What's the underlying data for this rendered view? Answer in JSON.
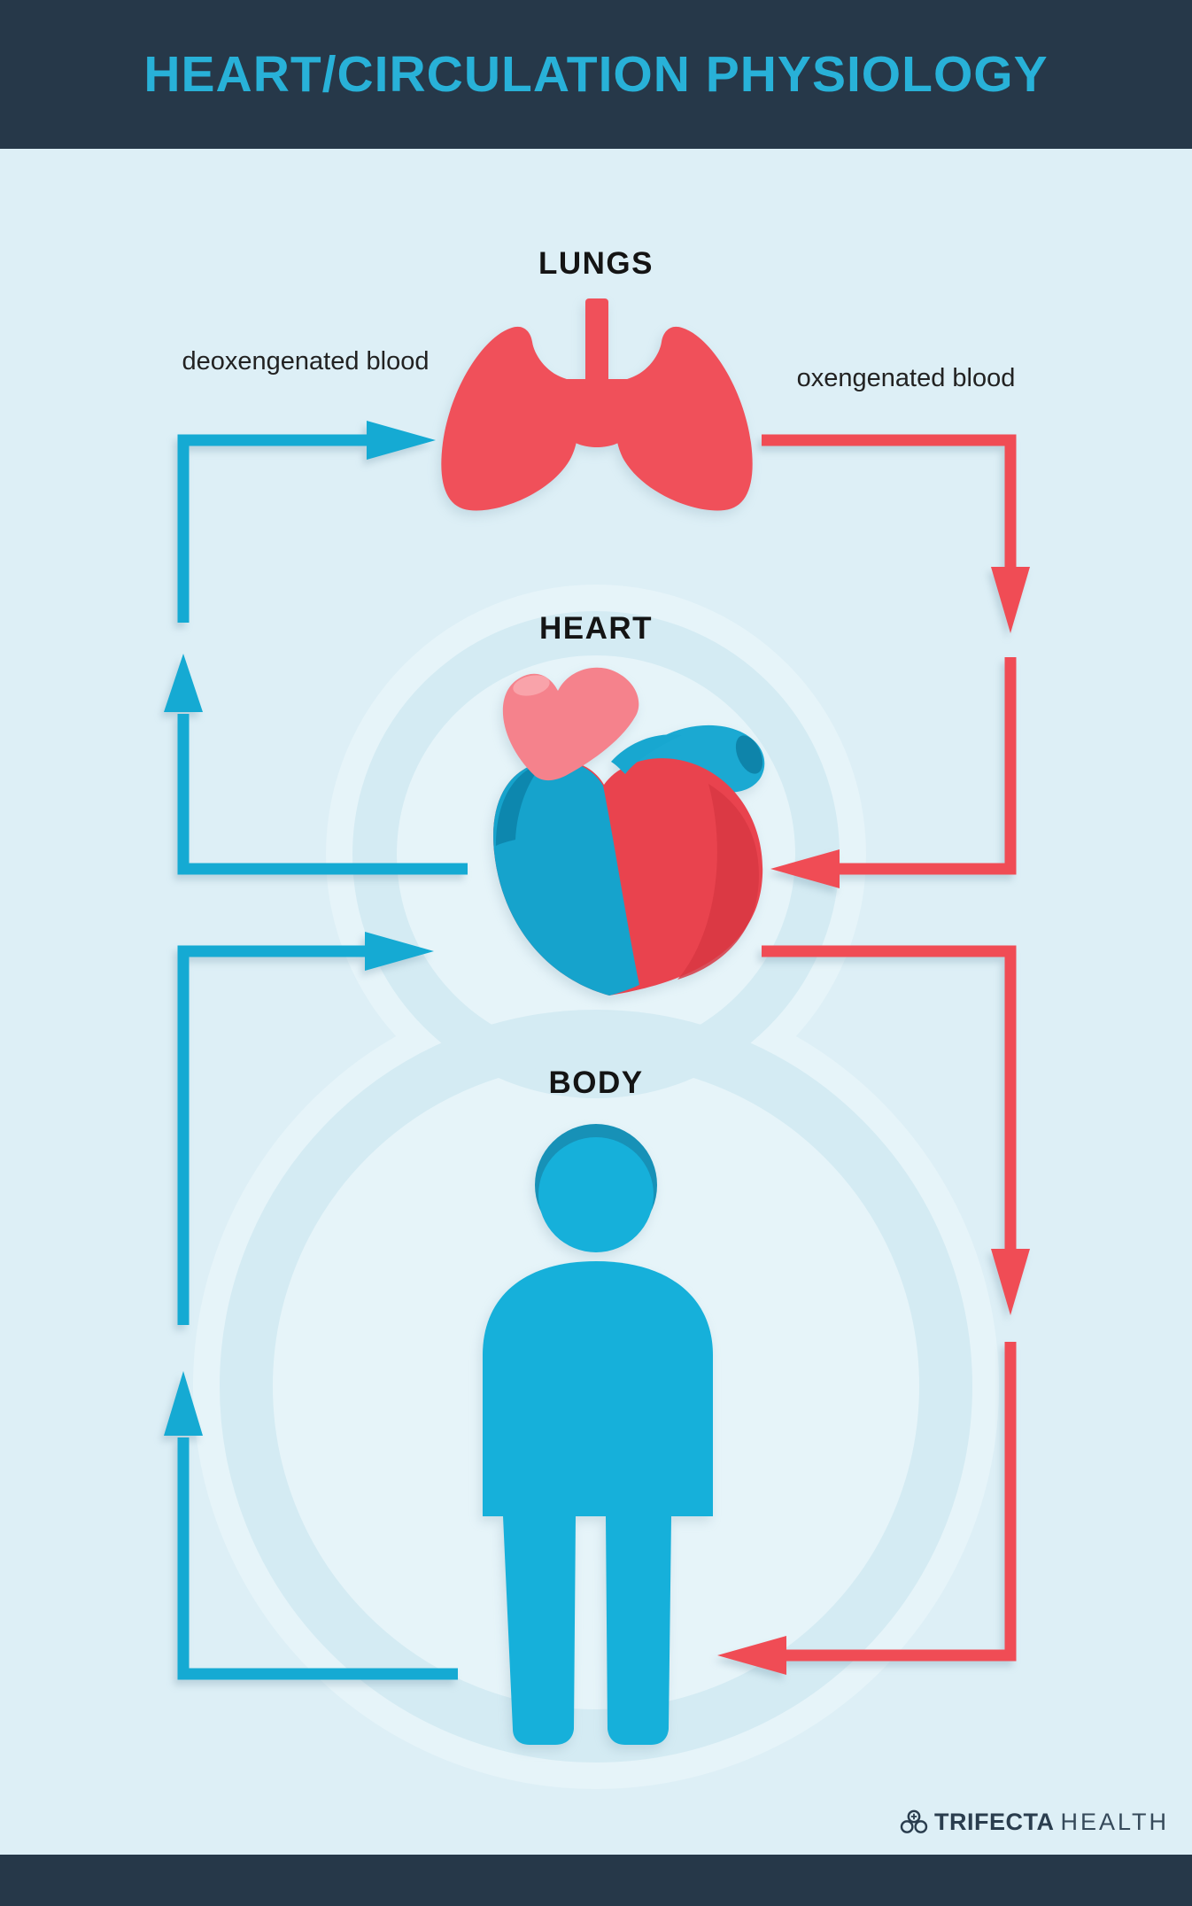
{
  "header": {
    "title": "HEART/CIRCULATION PHYSIOLOGY"
  },
  "diagram": {
    "nodes": {
      "lungs_label": "LUNGS",
      "heart_label": "HEART",
      "body_label": "BODY"
    },
    "flow_labels": {
      "left": "deoxengenated blood",
      "right": "oxengenated blood"
    },
    "flows": [
      {
        "from": "BODY",
        "to": "HEART",
        "blood": "deoxengenated blood",
        "color": "#15aad3",
        "side": "left"
      },
      {
        "from": "HEART",
        "to": "LUNGS",
        "blood": "deoxengenated blood",
        "color": "#15aad3",
        "side": "left"
      },
      {
        "from": "LUNGS",
        "to": "HEART",
        "blood": "oxengenated blood",
        "color": "#f04c55",
        "side": "right"
      },
      {
        "from": "HEART",
        "to": "BODY",
        "blood": "oxengenated blood",
        "color": "#f04c55",
        "side": "right"
      }
    ],
    "colors": {
      "background": "#ddeff6",
      "header_navy": "#263849",
      "title_cyan": "#28b1d8",
      "deoxygenated_blue": "#15aad3",
      "oxygenated_red": "#f04c55",
      "lungs_red": "#f0505a",
      "body_blue": "#16b0da",
      "label_black": "#141414"
    }
  },
  "footer": {
    "brand_bold": "TRIFECTA",
    "brand_light": "HEALTH"
  }
}
